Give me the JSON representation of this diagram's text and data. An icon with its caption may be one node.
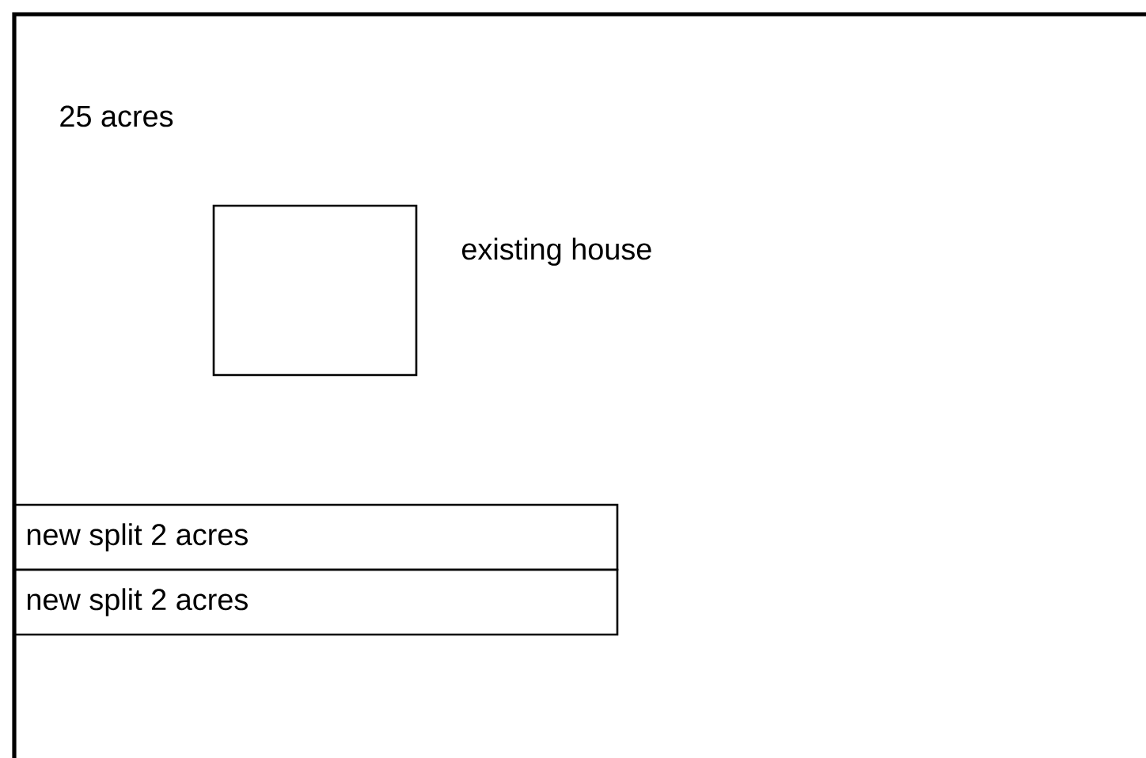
{
  "diagram": {
    "nodes": [
      {
        "text": [
          "25 acres"
        ]
      },
      {
        "text": [],
        "shape": "box",
        "in": 0,
        "beside": [
          "existing house"
        ]
      },
      {
        "text": [
          "new split 2 acres"
        ],
        "in": 0
      },
      {
        "text": [
          "new split 2 acres"
        ],
        "in": 0
      }
    ]
  }
}
